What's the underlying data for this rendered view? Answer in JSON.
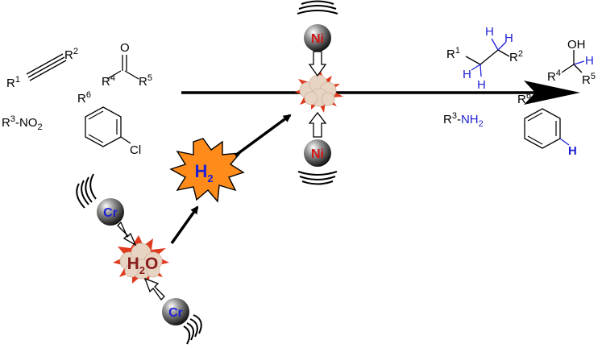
{
  "colors": {
    "bond": "#000000",
    "hydrogen_blue": "#1f1fd6",
    "star_fill": "#ff8c1a",
    "ni_label": "#d01616",
    "cr_label": "#1f1fd6",
    "h2o_label": "#8a1c1c",
    "burst_red": "#e03a1e",
    "cloud": "#e6d3c2"
  },
  "reactants": {
    "alkyne": {
      "r1": "R",
      "r1_sup": "1",
      "r2": "R",
      "r2_sup": "2"
    },
    "ketone": {
      "o": "O",
      "r4": "R",
      "r4_sup": "4",
      "r5": "R",
      "r5_sup": "5"
    },
    "nitro": {
      "r": "R",
      "sup": "3",
      "group": "-NO",
      "sub": "2"
    },
    "chloroarene": {
      "r": "R",
      "sup": "6",
      "cl": "Cl"
    }
  },
  "products": {
    "alkane": {
      "r1": "R",
      "r1_sup": "1",
      "r2": "R",
      "r2_sup": "2",
      "h": "H"
    },
    "alcohol": {
      "oh": "OH",
      "h": "H",
      "r4": "R",
      "r4_sup": "4",
      "r5": "R",
      "r5_sup": "5"
    },
    "amine": {
      "r": "R",
      "sup": "3",
      "dash": "-",
      "nh": "NH",
      "sub": "2"
    },
    "arene": {
      "r": "R",
      "sup": "6",
      "h": "H"
    }
  },
  "catalysts": {
    "ni": "Ni",
    "cr": "Cr",
    "h2": {
      "base": "H",
      "sub": "2"
    },
    "h2o": {
      "base": "H",
      "sub": "2",
      "o": "O"
    }
  },
  "icons": [
    "alkyne-structure",
    "ketone-structure",
    "benzene-ring",
    "ni-sphere",
    "cr-sphere",
    "h2-star",
    "burst-cloud",
    "reaction-arrow"
  ]
}
